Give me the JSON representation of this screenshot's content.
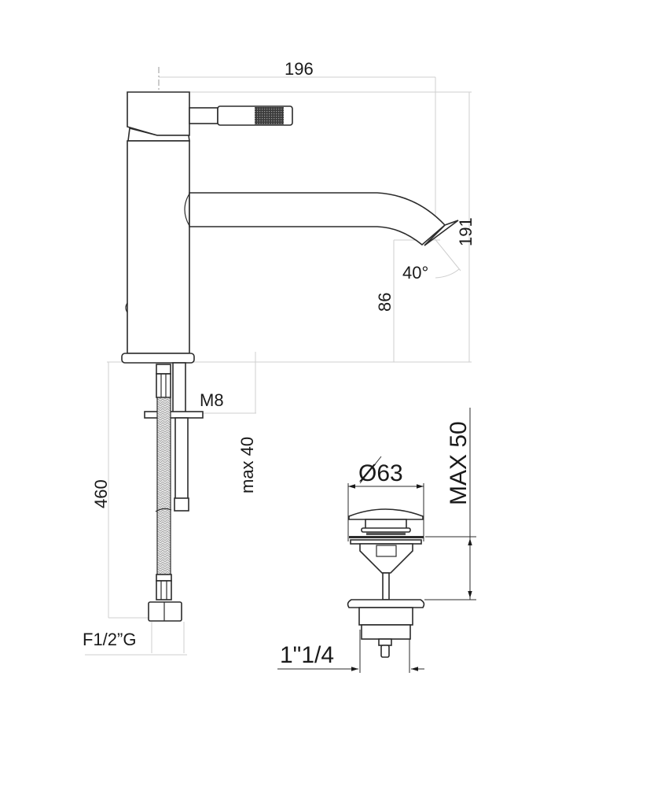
{
  "drawing": {
    "type": "technical-dimension-drawing",
    "subject": "single-lever basin mixer with pop-up waste",
    "colors": {
      "line": "#2b2b2b",
      "dimension_line": "#cfcfcf",
      "background": "#ffffff"
    }
  },
  "mixer": {
    "dimensions": {
      "overall_length": "196",
      "overall_height": "191",
      "spout_height": "86",
      "spout_angle": "40°",
      "hose_length": "460",
      "fixing_thread": "M8",
      "max_deck_thickness": "max 40",
      "hose_connection": "F1/2”G"
    }
  },
  "waste": {
    "dimensions": {
      "cap_diameter": "Ø63",
      "max_thickness": "MAX 50",
      "thread": "1\"1/4"
    }
  }
}
